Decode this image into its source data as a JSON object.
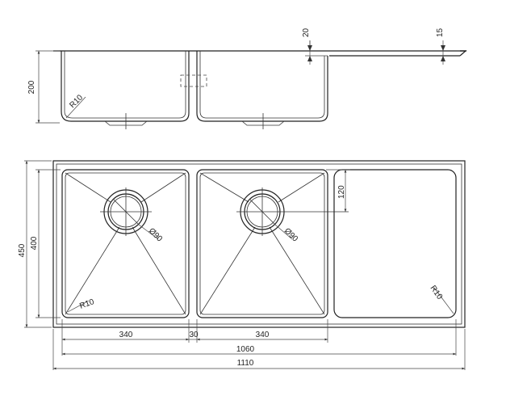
{
  "side_view": {
    "depth_label": "200",
    "radius_label": "R10",
    "rim_label": "20",
    "drainer_label": "15"
  },
  "top_view": {
    "overall_depth_label": "450",
    "inner_depth_label": "400",
    "waste_offset_label": "120",
    "waste_left_label": "Ø90",
    "waste_right_label": "Ø90",
    "bowl_radius_label": "R10",
    "drainer_radius_label": "R10",
    "bowl_left_width_label": "340",
    "divider_width_label": "30",
    "bowl_right_width_label": "340",
    "inner_length_label": "1060",
    "overall_length_label": "1110"
  }
}
